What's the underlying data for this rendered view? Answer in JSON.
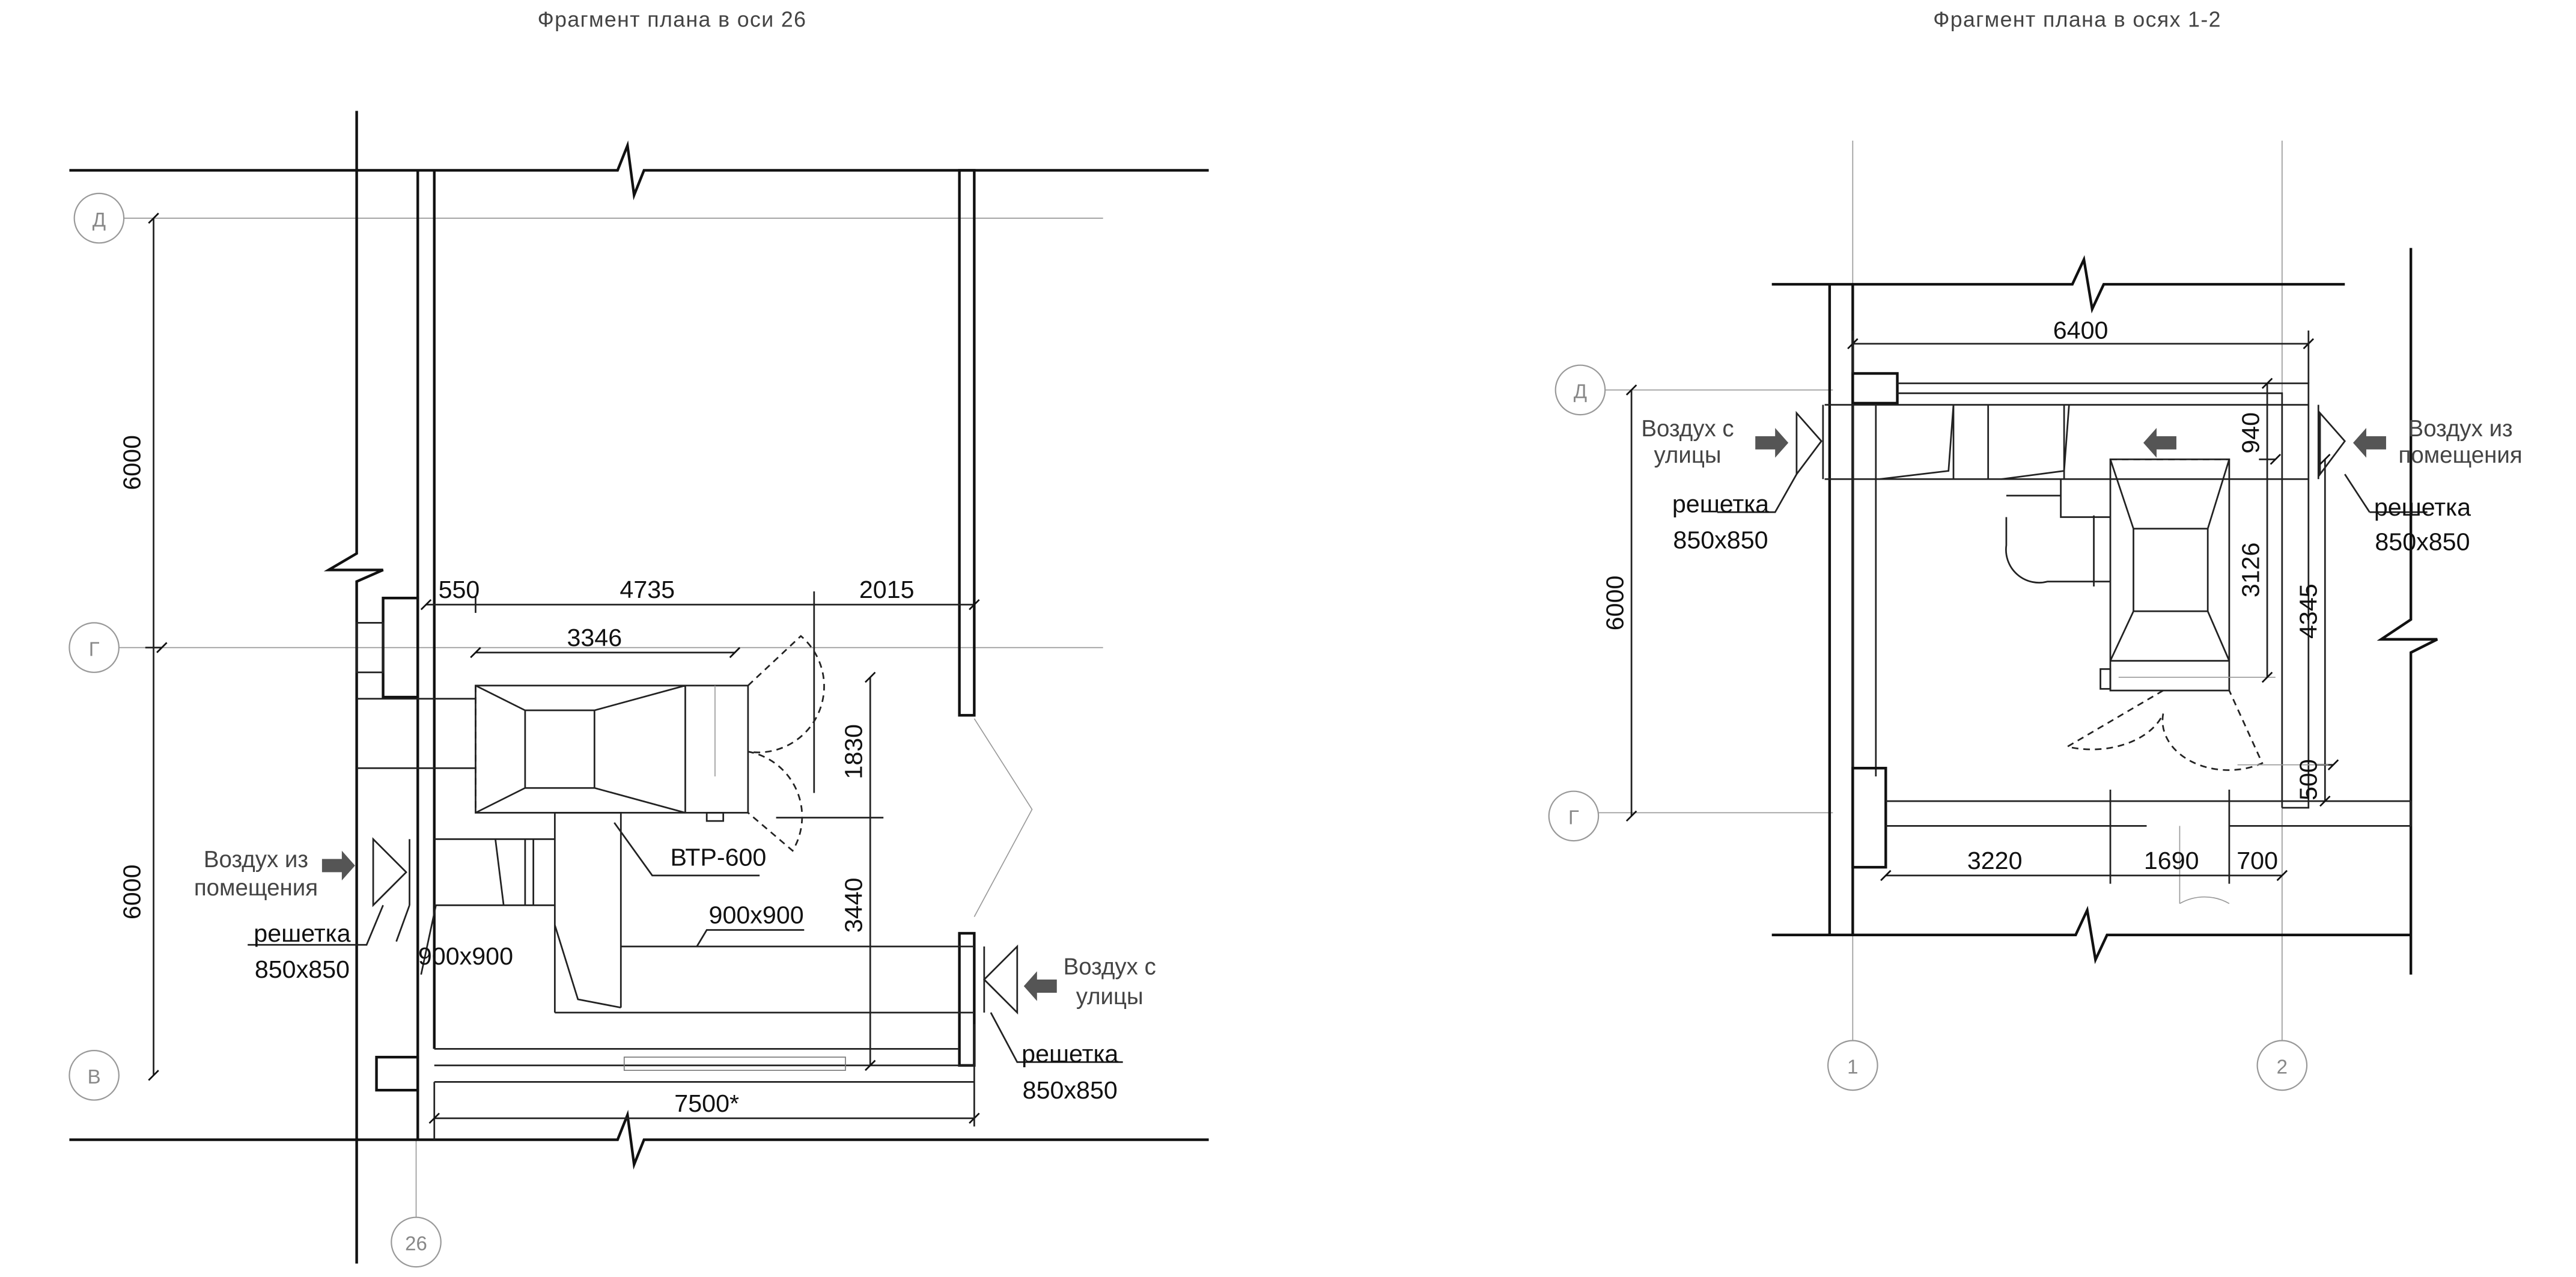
{
  "left_plan": {
    "title": "Фрагмент плана в оси 26",
    "axes": {
      "d": "Д",
      "g": "Г",
      "v": "В",
      "n26": "26"
    },
    "dims": {
      "d6000a": "6000",
      "d6000b": "6000",
      "d550": "550",
      "d4735": "4735",
      "d2015": "2015",
      "d3346": "3346",
      "d1830": "1830",
      "d3440": "3440",
      "d7500": "7500*"
    },
    "labels": {
      "unit": "ВТР-600",
      "duct_top": "900x900",
      "duct_left": "900x900",
      "air_in_1": "Воздух из",
      "air_in_2": "помещения",
      "air_out_1": "Воздух с",
      "air_out_2": "улицы",
      "grille_l_1": "решетка",
      "grille_l_2": "850x850",
      "grille_r_1": "решетка",
      "grille_r_2": "850x850"
    }
  },
  "right_plan": {
    "title": "Фрагмент плана в осях 1-2",
    "axes": {
      "d": "Д",
      "g": "Г",
      "n1": "1",
      "n2": "2"
    },
    "dims": {
      "d6400": "6400",
      "d6000": "6000",
      "d940": "940",
      "d3126": "3126",
      "d4345": "4345",
      "d500": "500",
      "d3220": "3220",
      "d1690": "1690",
      "d700": "700"
    },
    "labels": {
      "air_out_1": "Воздух с",
      "air_out_2": "улицы",
      "air_in_1": "Воздух из",
      "air_in_2": "помещения",
      "grille_l_1": "решетка",
      "grille_l_2": "850x850",
      "grille_r_1": "решетка",
      "grille_r_2": "850x850"
    }
  }
}
